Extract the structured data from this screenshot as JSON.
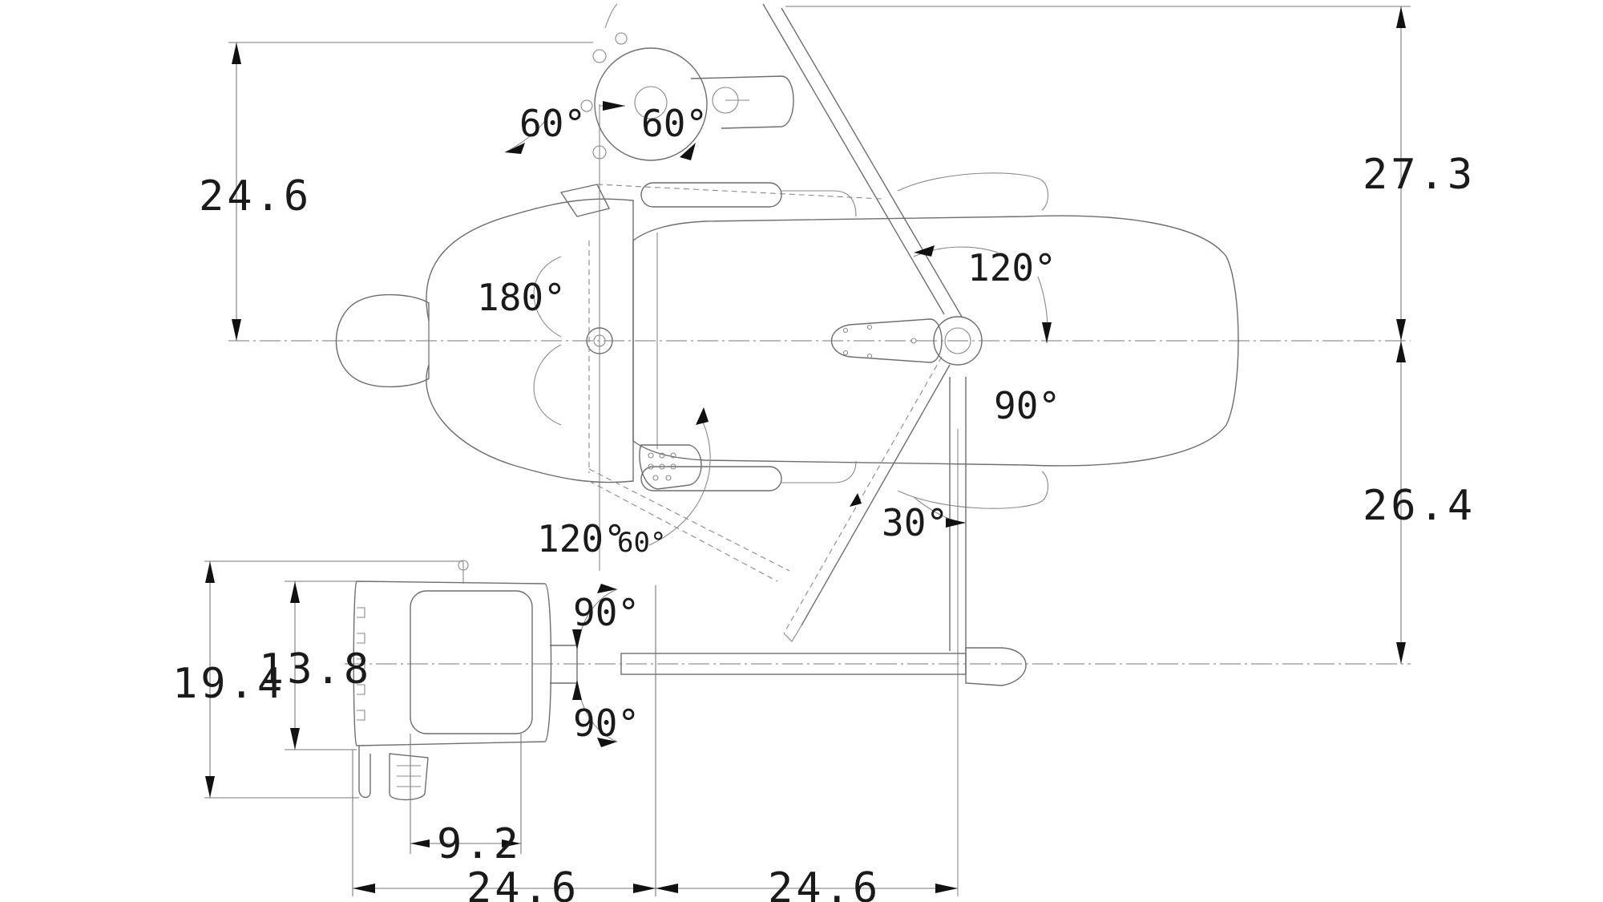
{
  "dimensions": {
    "left_upper": "24.6",
    "right_upper": "27.3",
    "right_lower": "26.4",
    "tray_outer_height": "19.4",
    "tray_inner_height": "13.8",
    "tray_inner_width": "9.2",
    "bottom_left": "24.6",
    "bottom_right": "24.6"
  },
  "angles": {
    "light_left": "60°",
    "light_right": "60°",
    "headrest_sweep": "180°",
    "arm_upper": "120°",
    "arm_right": "90°",
    "arm_lower": "30°",
    "spittoon_outer": "120°",
    "spittoon_inner": "60°",
    "tray_upper": "90°",
    "tray_lower": "90°"
  }
}
